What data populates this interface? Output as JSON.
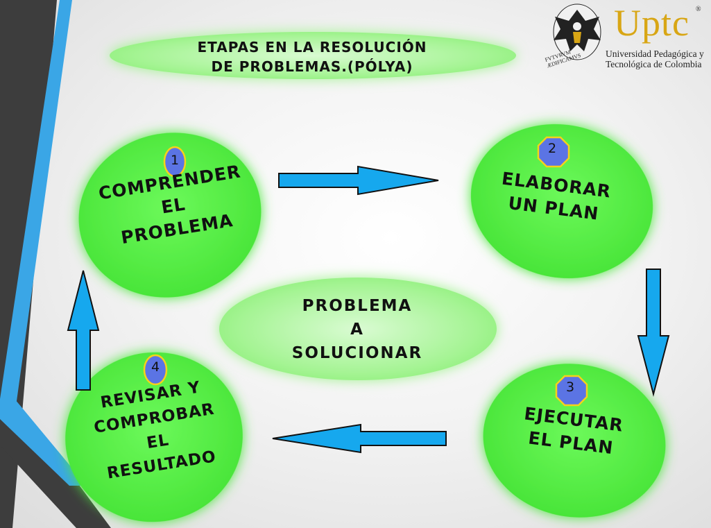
{
  "title": {
    "line1": "ETAPAS EN LA RESOLUCIÓN",
    "line2": "DE PROBLEMAS.(PÓLYA)"
  },
  "center": {
    "line1": "PROBLEMA",
    "line2": "A",
    "line3": "SOLUCIONAR"
  },
  "stages": [
    {
      "number": "1",
      "lines": [
        "COMPRENDER",
        "EL",
        "PROBLEMA"
      ]
    },
    {
      "number": "2",
      "lines": [
        "ELABORAR",
        "UN PLAN"
      ]
    },
    {
      "number": "3",
      "lines": [
        "EJECUTAR",
        "EL PLAN"
      ]
    },
    {
      "number": "4",
      "lines": [
        "REVISAR Y",
        "COMPROBAR",
        "EL",
        "RESULTADO"
      ]
    }
  ],
  "logo": {
    "wordmark": "Uptc",
    "registered": "®",
    "name_line1": "Universidad Pedagógica y",
    "name_line2": "Tecnológica de Colombia",
    "motto": "FVTVRVM ÆDIFICAMVS"
  },
  "colors": {
    "node_fill": "#56f246",
    "node_glow": "#7dff6b",
    "arrow_fill": "#16a8ee",
    "badge_fill": "#5b74e4",
    "badge_border": "#f6d21a",
    "stripe_blue": "#3aa6e6",
    "stripe_dark": "#3d3d3d"
  }
}
